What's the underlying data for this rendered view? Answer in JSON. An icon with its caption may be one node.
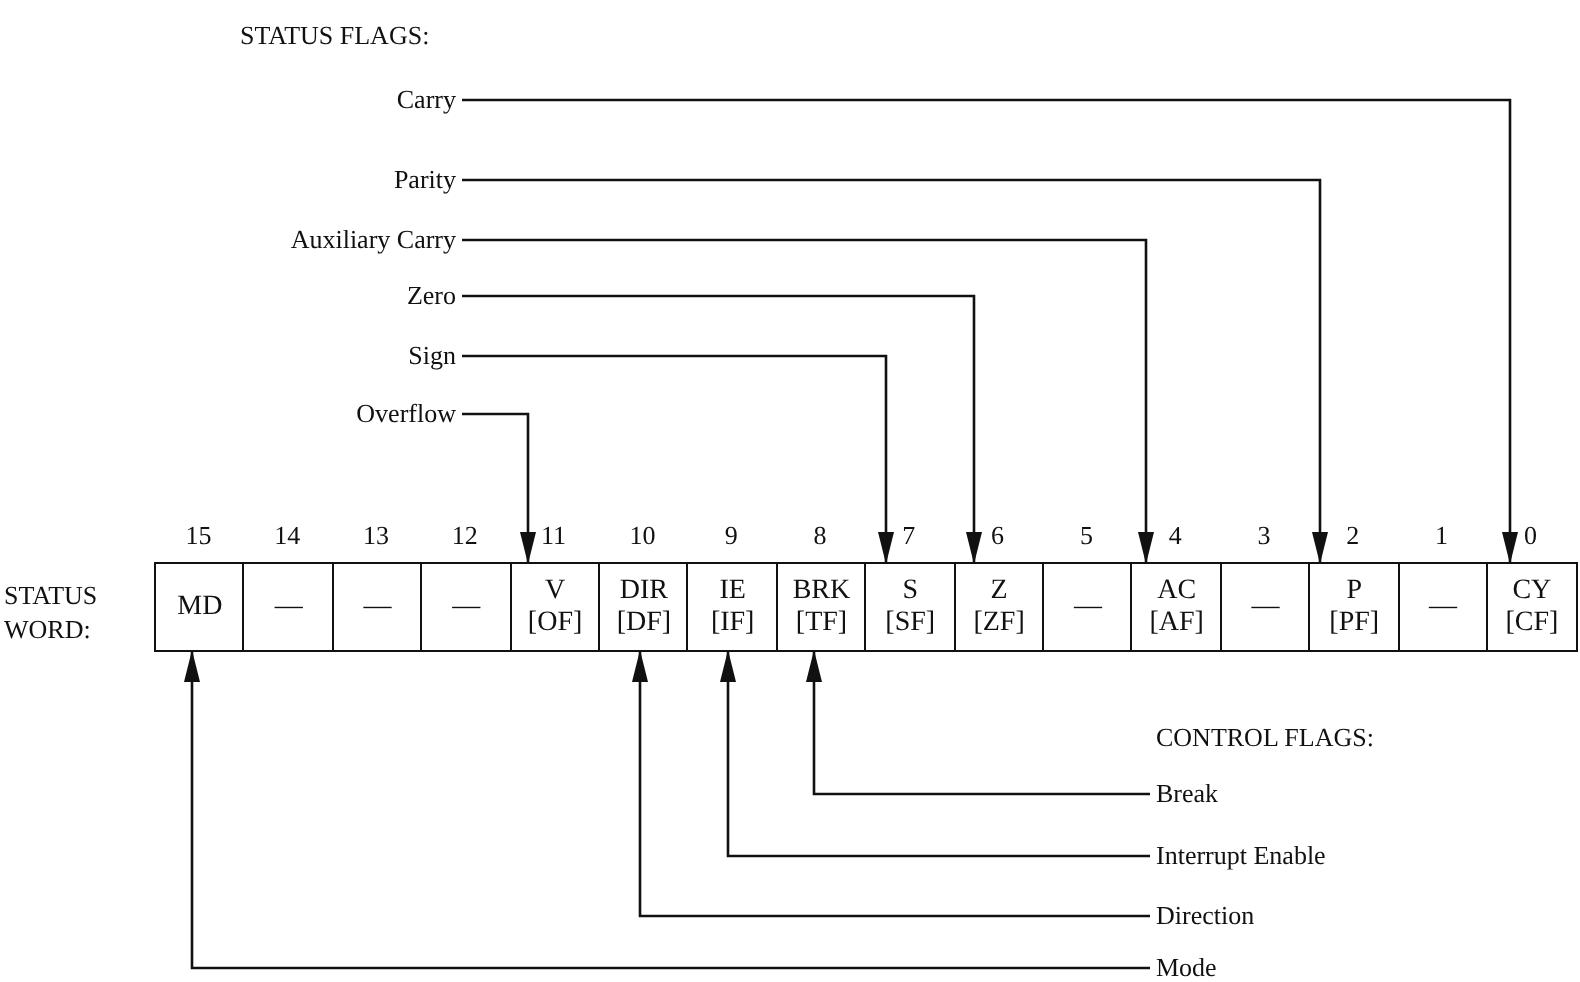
{
  "diagram": {
    "nodes": [
      {
        "text": [
          "Carry"
        ]
      },
      {
        "text": [
          "Parity"
        ]
      },
      {
        "text": [
          "Auxiliary Carry"
        ]
      },
      {
        "text": [
          "Zero"
        ]
      },
      {
        "text": [
          "Sign"
        ]
      },
      {
        "text": [
          "Overflow"
        ]
      },
      {
        "text": [
          "MD"
        ]
      },
      {
        "text": [
          "—"
        ]
      },
      {
        "text": [
          "—"
        ]
      },
      {
        "text": [
          "—"
        ]
      },
      {
        "text": [
          "V",
          "[OF]"
        ]
      },
      {
        "text": [
          "DIR",
          "[DF]"
        ]
      },
      {
        "text": [
          "IE",
          "[IF]"
        ]
      },
      {
        "text": [
          "BRK",
          "[TF]"
        ]
      },
      {
        "text": [
          "S",
          "[SF]"
        ]
      },
      {
        "text": [
          "Z",
          "[ZF]"
        ]
      },
      {
        "text": [
          "—"
        ]
      },
      {
        "text": [
          "AC",
          "[AF]"
        ]
      },
      {
        "text": [
          "—"
        ]
      },
      {
        "text": [
          "P",
          "[PF]"
        ]
      },
      {
        "text": [
          "—"
        ]
      },
      {
        "text": [
          "CY",
          "[CF]"
        ]
      },
      {
        "text": [
          "Break"
        ]
      },
      {
        "text": [
          "Interrupt Enable"
        ]
      },
      {
        "text": [
          "Direction"
        ]
      },
      {
        "text": [
          "Mode"
        ]
      }
    ],
    "edges": [
      {
        "from": 0,
        "to": 21,
        "arrow": "to"
      },
      {
        "from": 1,
        "to": 19,
        "arrow": "to"
      },
      {
        "from": 2,
        "to": 17,
        "arrow": "to"
      },
      {
        "from": 3,
        "to": 15,
        "arrow": "to"
      },
      {
        "from": 4,
        "to": 14,
        "arrow": "to"
      },
      {
        "from": 5,
        "to": 10,
        "arrow": "to"
      },
      {
        "from": 22,
        "to": 13,
        "arrow": "to"
      },
      {
        "from": 23,
        "to": 12,
        "arrow": "to"
      },
      {
        "from": 24,
        "to": 11,
        "arrow": "to"
      },
      {
        "from": 25,
        "to": 6,
        "arrow": "to"
      }
    ],
    "labels": [
      "STATUS FLAGS:",
      "15",
      "14",
      "13",
      "12",
      "11",
      "10",
      "9",
      "8",
      "7",
      "6",
      "5",
      "4",
      "3",
      "2",
      "1",
      "0",
      "STATUS WORD:",
      "CONTROL FLAGS:"
    ]
  }
}
